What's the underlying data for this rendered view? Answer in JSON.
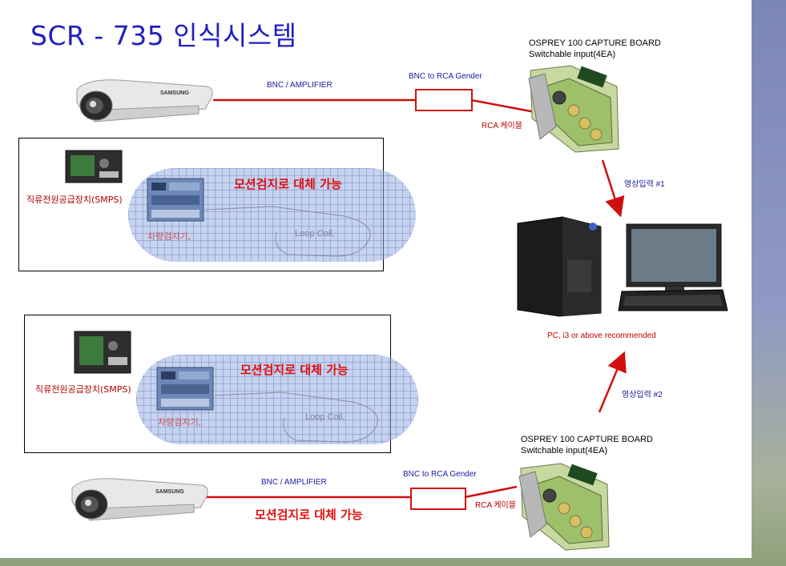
{
  "title": "SCR - 735 인식시스템",
  "top": {
    "cable_label": "BNC / AMPLIFIER",
    "gender_label": "BNC to RCA Gender",
    "board_title": "OSPREY 100 CAPTURE BOARD",
    "board_sub": "Switchable input(4EA)",
    "rca_label": "RCA 케이블",
    "input_label": "영상입력 #1"
  },
  "group1": {
    "smps_label": "직류전원공급장치(SMPS)",
    "motion_label": "모션검지로 대체 가능",
    "detector_label": "차량검지기,",
    "loop_label": "Loop Coil,"
  },
  "group2": {
    "smps_label": "직류전원공급장치(SMPS)",
    "motion_label": "모션검지로 대체 가능",
    "detector_label": "차량검지기,",
    "loop_label": "Loop Coil,"
  },
  "pc": {
    "label": "PC, i3 or above recommended"
  },
  "bottom": {
    "cable_label": "BNC / AMPLIFIER",
    "gender_label": "BNC to RCA Gender",
    "board_title": "OSPREY 100 CAPTURE BOARD",
    "board_sub": "Switchable input(4EA)",
    "rca_label": "RCA 케이블",
    "input_label": "영상입력 #2",
    "motion_label": "모션검지로 대체 가능"
  },
  "camera_brand": "SAMSUNG",
  "colors": {
    "title": "#1f1fbf",
    "cable": "#d01010",
    "label_red": "#c00000",
    "capsule": "#96afe1"
  }
}
